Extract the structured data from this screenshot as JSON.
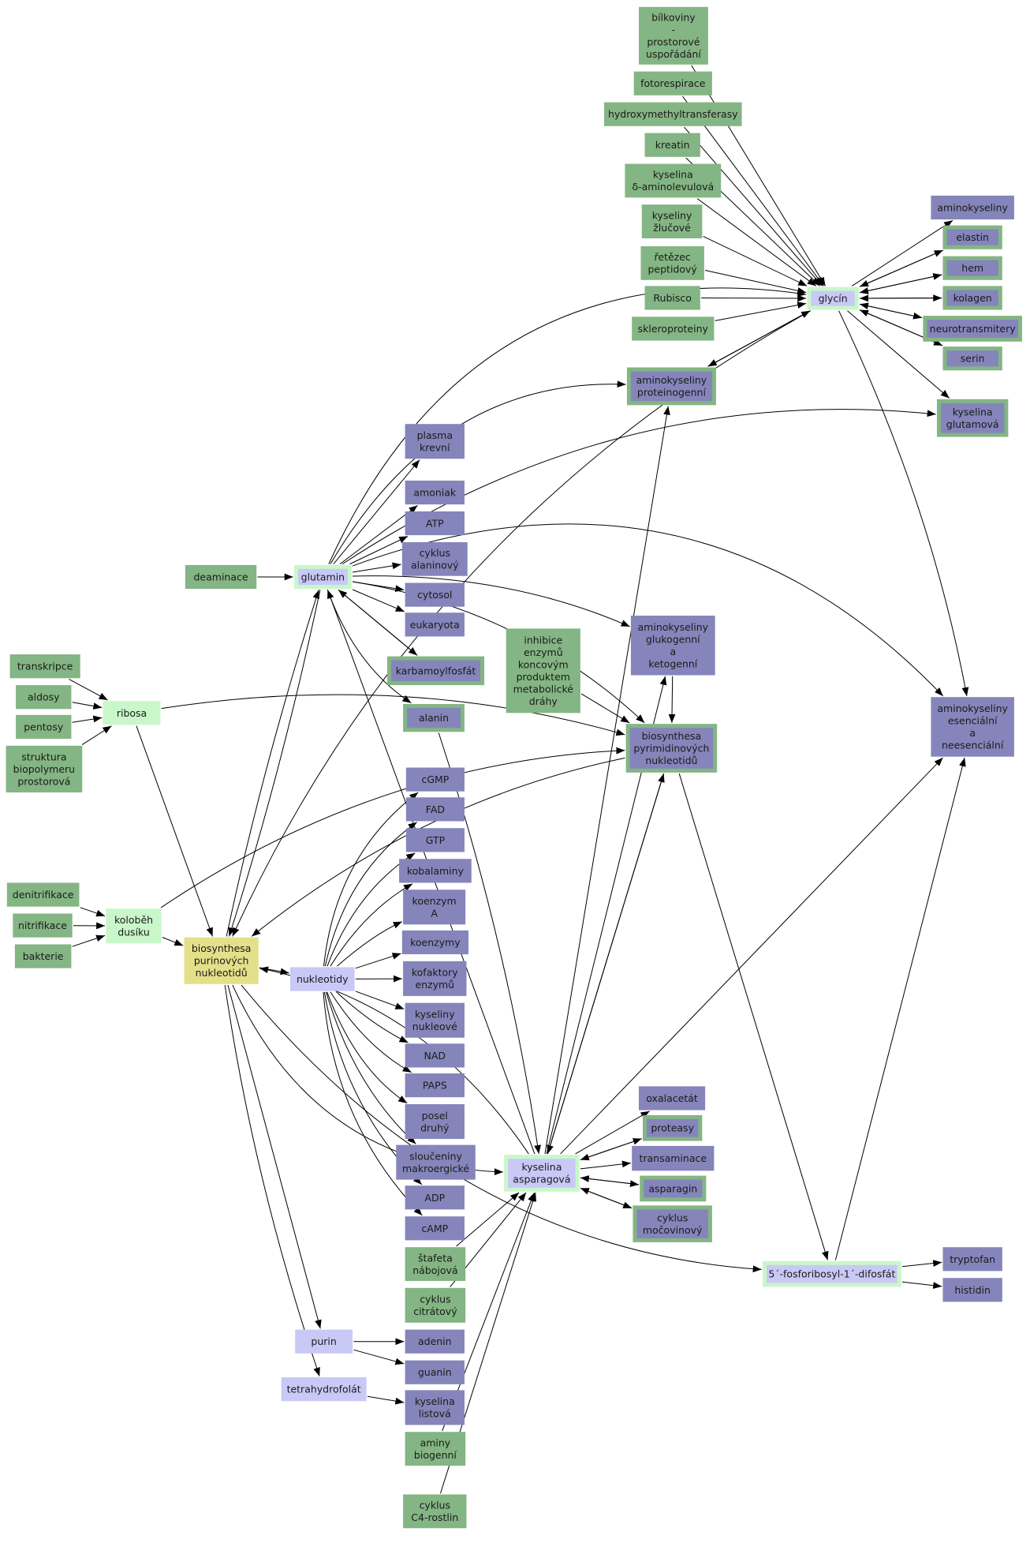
{
  "colors": {
    "green": "#84b584",
    "purple": "#8585bb",
    "lavender": "#c9c9f7",
    "mint": "#c9f7c9",
    "yellow": "#e4e08a",
    "edge": "#000000"
  },
  "nodes": [
    {
      "id": "bilkoviny",
      "type": "green",
      "lines": [
        "bílkoviny",
        "-",
        "prostorové",
        "uspořádání"
      ]
    },
    {
      "id": "fotorespirace",
      "type": "green",
      "lines": [
        "fotorespirace"
      ]
    },
    {
      "id": "hydroxymethyltransferasy",
      "type": "green",
      "lines": [
        "hydroxymethyltransferasy"
      ]
    },
    {
      "id": "kreatin",
      "type": "green",
      "lines": [
        "kreatin"
      ]
    },
    {
      "id": "ala",
      "type": "green",
      "lines": [
        "kyselina",
        "δ-aminolevulová"
      ]
    },
    {
      "id": "zlucove",
      "type": "green",
      "lines": [
        "kyseliny",
        "žlučové"
      ]
    },
    {
      "id": "peptidovy",
      "type": "green",
      "lines": [
        "řetězec",
        "peptidový"
      ]
    },
    {
      "id": "rubisco",
      "type": "green",
      "lines": [
        "Rubisco"
      ]
    },
    {
      "id": "skleroproteiny",
      "type": "green",
      "lines": [
        "skleroproteiny"
      ]
    },
    {
      "id": "glycin",
      "type": "lavender-border",
      "lines": [
        "glycín"
      ]
    },
    {
      "id": "aminokyseliny",
      "type": "purple",
      "lines": [
        "aminokyseliny"
      ]
    },
    {
      "id": "elastin",
      "type": "purple-border",
      "lines": [
        "elastin"
      ]
    },
    {
      "id": "hem",
      "type": "purple-border",
      "lines": [
        "hem"
      ]
    },
    {
      "id": "kolagen",
      "type": "purple-border",
      "lines": [
        "kolagen"
      ]
    },
    {
      "id": "neurotransmitery",
      "type": "purple-border",
      "lines": [
        "neurotransmitery"
      ]
    },
    {
      "id": "serin",
      "type": "purple-border",
      "lines": [
        "serin"
      ]
    },
    {
      "id": "proteinogenni",
      "type": "purple-border",
      "lines": [
        "aminokyseliny",
        "proteinogenní"
      ]
    },
    {
      "id": "glutamova",
      "type": "purple-border",
      "lines": [
        "kyselina",
        "glutamová"
      ]
    },
    {
      "id": "plasma",
      "type": "purple",
      "lines": [
        "plasma",
        "krevní"
      ]
    },
    {
      "id": "amoniak",
      "type": "purple",
      "lines": [
        "amoniak"
      ]
    },
    {
      "id": "atp",
      "type": "purple",
      "lines": [
        "ATP"
      ]
    },
    {
      "id": "alaninovy",
      "type": "purple",
      "lines": [
        "cyklus",
        "alaninový"
      ]
    },
    {
      "id": "cytosol",
      "type": "purple",
      "lines": [
        "cytosol"
      ]
    },
    {
      "id": "eukaryota",
      "type": "purple",
      "lines": [
        "eukaryota"
      ]
    },
    {
      "id": "deaminace",
      "type": "green",
      "lines": [
        "deaminace"
      ]
    },
    {
      "id": "glutamin",
      "type": "lavender-border",
      "lines": [
        "glutamin"
      ]
    },
    {
      "id": "karbamoylfosfat",
      "type": "purple-border",
      "lines": [
        "karbamoylfosfát"
      ]
    },
    {
      "id": "glukogenni",
      "type": "purple",
      "lines": [
        "aminokyseliny",
        "glukogenní",
        "a",
        "ketogenní"
      ]
    },
    {
      "id": "inhibice",
      "type": "green",
      "lines": [
        "inhibice",
        "enzymů",
        "koncovým",
        "produktem",
        "metabolické",
        "dráhy"
      ]
    },
    {
      "id": "transkripce",
      "type": "green",
      "lines": [
        "transkripce"
      ]
    },
    {
      "id": "aldosy",
      "type": "green",
      "lines": [
        "aldosy"
      ]
    },
    {
      "id": "pentosy",
      "type": "green",
      "lines": [
        "pentosy"
      ]
    },
    {
      "id": "struktura",
      "type": "green",
      "lines": [
        "struktura",
        "biopolymeru",
        "prostorová"
      ]
    },
    {
      "id": "ribosa",
      "type": "mint",
      "lines": [
        "ribosa"
      ]
    },
    {
      "id": "alanin",
      "type": "purple-border",
      "lines": [
        "alanin"
      ]
    },
    {
      "id": "pyrimidin",
      "type": "purple-border",
      "lines": [
        "biosynthesa",
        "pyrimidinových",
        "nukleotidů"
      ]
    },
    {
      "id": "esencialni",
      "type": "purple",
      "lines": [
        "aminokyseliny",
        "esenciální",
        "a",
        "neesenciální"
      ]
    },
    {
      "id": "cgmp",
      "type": "purple",
      "lines": [
        "cGMP"
      ]
    },
    {
      "id": "fad",
      "type": "purple",
      "lines": [
        "FAD"
      ]
    },
    {
      "id": "gtp",
      "type": "purple",
      "lines": [
        "GTP"
      ]
    },
    {
      "id": "kobalaminy",
      "type": "purple",
      "lines": [
        "kobalaminy"
      ]
    },
    {
      "id": "koenzymA",
      "type": "purple",
      "lines": [
        "koenzym",
        "A"
      ]
    },
    {
      "id": "koenzymy",
      "type": "purple",
      "lines": [
        "koenzymy"
      ]
    },
    {
      "id": "kofaktory",
      "type": "purple",
      "lines": [
        "kofaktory",
        "enzymů"
      ]
    },
    {
      "id": "nukleove",
      "type": "purple",
      "lines": [
        "kyseliny",
        "nukleové"
      ]
    },
    {
      "id": "nad",
      "type": "purple",
      "lines": [
        "NAD"
      ]
    },
    {
      "id": "paps",
      "type": "purple",
      "lines": [
        "PAPS"
      ]
    },
    {
      "id": "posel",
      "type": "purple",
      "lines": [
        "posel",
        "druhý"
      ]
    },
    {
      "id": "slouceniny",
      "type": "purple",
      "lines": [
        "sloučeniny",
        "makroergické"
      ]
    },
    {
      "id": "adp",
      "type": "purple",
      "lines": [
        "ADP"
      ]
    },
    {
      "id": "camp",
      "type": "purple",
      "lines": [
        "cAMP"
      ]
    },
    {
      "id": "denitrifikace",
      "type": "green",
      "lines": [
        "denitrifikace"
      ]
    },
    {
      "id": "nitrifikace",
      "type": "green",
      "lines": [
        "nitrifikace"
      ]
    },
    {
      "id": "bakterie",
      "type": "green",
      "lines": [
        "bakterie"
      ]
    },
    {
      "id": "kolobeh",
      "type": "mint",
      "lines": [
        "koloběh",
        "dusíku"
      ]
    },
    {
      "id": "purinove",
      "type": "yellow",
      "lines": [
        "biosynthesa",
        "purinových",
        "nukleotidů"
      ]
    },
    {
      "id": "nukleotidy",
      "type": "lavender",
      "lines": [
        "nukleotidy"
      ]
    },
    {
      "id": "oxalacetat",
      "type": "purple",
      "lines": [
        "oxalacetát"
      ]
    },
    {
      "id": "proteasy",
      "type": "purple-border",
      "lines": [
        "proteasy"
      ]
    },
    {
      "id": "transaminace",
      "type": "purple",
      "lines": [
        "transaminace"
      ]
    },
    {
      "id": "asparagin",
      "type": "purple-border",
      "lines": [
        "asparagin"
      ]
    },
    {
      "id": "mocovinovy",
      "type": "purple-border",
      "lines": [
        "cyklus",
        "močovinový"
      ]
    },
    {
      "id": "asparagova",
      "type": "lavender-border",
      "lines": [
        "kyselina",
        "asparagová"
      ]
    },
    {
      "id": "stafeta",
      "type": "green",
      "lines": [
        "štafeta",
        "nábojová"
      ]
    },
    {
      "id": "citratovy",
      "type": "green",
      "lines": [
        "cyklus",
        "citrátový"
      ]
    },
    {
      "id": "prpp",
      "type": "mint-border",
      "lines": [
        "5´-fosforibosyl-1´-difosfát"
      ]
    },
    {
      "id": "tryptofan",
      "type": "purple",
      "lines": [
        "tryptofan"
      ]
    },
    {
      "id": "histidin",
      "type": "purple",
      "lines": [
        "histidin"
      ]
    },
    {
      "id": "purin",
      "type": "lavender",
      "lines": [
        "purin"
      ]
    },
    {
      "id": "adenin",
      "type": "purple",
      "lines": [
        "adenin"
      ]
    },
    {
      "id": "guanin",
      "type": "purple",
      "lines": [
        "guanin"
      ]
    },
    {
      "id": "thf",
      "type": "lavender",
      "lines": [
        "tetrahydrofolát"
      ]
    },
    {
      "id": "listova",
      "type": "purple",
      "lines": [
        "kyselina",
        "listová"
      ]
    },
    {
      "id": "biogenni",
      "type": "green",
      "lines": [
        "aminy",
        "biogenní"
      ]
    },
    {
      "id": "c4",
      "type": "green",
      "lines": [
        "cyklus",
        "C4-rostlin"
      ]
    }
  ]
}
